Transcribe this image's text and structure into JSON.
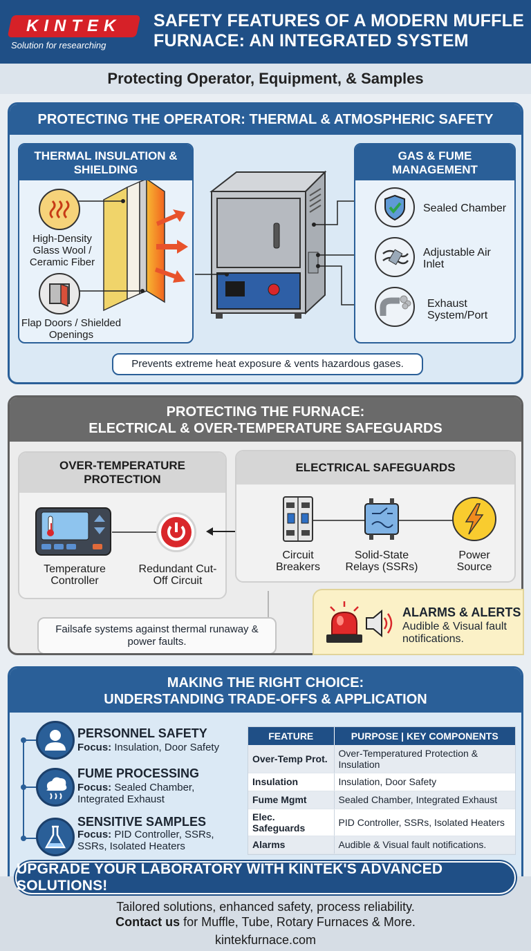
{
  "header": {
    "logo": "KINTEK",
    "tagline": "Solution for researching",
    "title": "SAFETY FEATURES OF A MODERN MUFFLE FURNACE: AN INTEGRATED SYSTEM",
    "subtitle": "Protecting Operator, Equipment, & Samples"
  },
  "operator": {
    "title": "PROTECTING THE OPERATOR: THERMAL & ATMOSPHERIC SAFETY",
    "thermal": {
      "title": "THERMAL INSULATION & SHIELDING",
      "item1": "High-Density Glass Wool / Ceramic Fiber",
      "item2": "Flap Doors / Shielded Openings"
    },
    "gas": {
      "title": "GAS & FUME MANAGEMENT",
      "item1": "Sealed Chamber",
      "item2": "Adjustable Air Inlet",
      "item3": "Exhaust System/Port"
    },
    "summary": "Prevents extreme heat exposure & vents hazardous gases."
  },
  "furnace": {
    "title_line1": "PROTECTING THE FURNACE:",
    "title_line2": "ELECTRICAL & OVER-TEMPERATURE SAFEGUARDS",
    "overtemp": {
      "title": "OVER-TEMPERATURE PROTECTION",
      "item1": "Temperature Controller",
      "item2": "Redundant Cut-Off Circuit"
    },
    "electrical": {
      "title": "ELECTRICAL SAFEGUARDS",
      "item1": "Circuit Breakers",
      "item2": "Solid-State Relays (SSRs)",
      "item3": "Power Source"
    },
    "summary": "Failsafe systems against thermal runaway & power faults.",
    "alarms": {
      "title": "ALARMS & ALERTS",
      "text": "Audible & Visual fault notifications."
    }
  },
  "choice": {
    "title_line1": "MAKING THE RIGHT CHOICE:",
    "title_line2": "UNDERSTANDING TRADE-OFFS & APPLICATION",
    "focus_label": "Focus:",
    "items": [
      {
        "title": "PERSONNEL SAFETY",
        "focus": "Insulation, Door Safety"
      },
      {
        "title": "FUME PROCESSING",
        "focus": "Sealed Chamber, Integrated Exhaust"
      },
      {
        "title": "SENSITIVE SAMPLES",
        "focus": "PID Controller, SSRs, SSRs, Isolated Heaters"
      }
    ],
    "table": {
      "headers": [
        "FEATURE",
        "PURPOSE | KEY COMPONENTS"
      ],
      "rows": [
        [
          "Over-Temp Prot.",
          "Over-Temperatured Protection & Insulation"
        ],
        [
          "Insulation",
          "Insulation, Door Safety"
        ],
        [
          "Fume Mgmt",
          "Sealed Chamber,  Integrated Exhaust"
        ],
        [
          "Elec. Safeguards",
          "PID Controller, SSRs, Isolated Heaters"
        ],
        [
          "Alarms",
          "Audible & Visual fault notifications."
        ]
      ]
    }
  },
  "cta": "UPGRADE YOUR LABORATORY WITH KINTEK'S ADVANCED SOLUTIONS!",
  "footer": {
    "line1": "Tailored solutions, enhanced safety, process reliability.",
    "contact": "Contact us",
    "line2_rest": " for Muffle, Tube, Rotary Furnaces & More.",
    "site": "kintekfurnace.com"
  },
  "colors": {
    "brand_red": "#d62128",
    "brand_blue": "#1f4f86",
    "panel_grey": "#6a6a6a",
    "alarm_bg": "#fbf1c7"
  }
}
